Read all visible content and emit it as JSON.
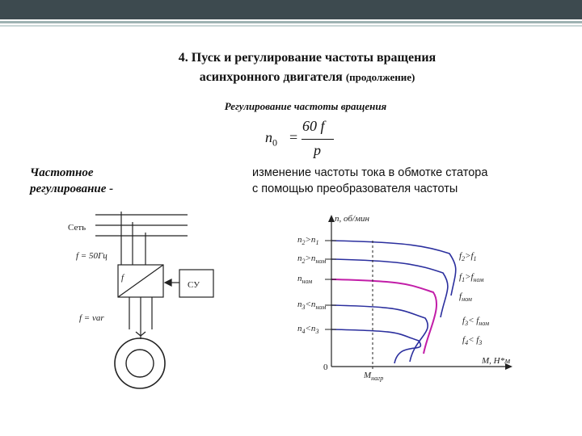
{
  "title": {
    "line1": "4. Пуск и регулирование частоты вращения",
    "line2": "асинхронного двигателя",
    "continuation": "(продолжение)"
  },
  "subtitle": "Регулирование частоты вращения",
  "formula": {
    "lhs": "n",
    "lhs_sub": "0",
    "eq": "=",
    "numerator": "60 f",
    "denominator": "p"
  },
  "left_term": {
    "line1": "Частотное",
    "line2": "регулирование -"
  },
  "right_desc": {
    "line1": "изменение частоты тока в обмотке статора",
    "line2": "с помощью преобразователя частоты"
  },
  "circuit": {
    "grid_label": "Сеть",
    "input_freq": "f = 50Гц",
    "converter_label": "f",
    "control_label": "СУ",
    "output_freq": "f = var"
  },
  "graph": {
    "y_axis_label": "n, об/мин",
    "x_axis_label": "M, Н*м",
    "origin": "0",
    "load_label": "M",
    "load_sub": "нагр",
    "left_labels": [
      {
        "main": "n",
        "sub": "2",
        "rest": ">n",
        "sub2": "1"
      },
      {
        "main": "n",
        "sub": "2",
        "rest": ">n",
        "sub2": "ном"
      },
      {
        "main": "n",
        "sub": "ном",
        "rest": "",
        "sub2": ""
      },
      {
        "main": "n",
        "sub": "3",
        "rest": "<n",
        "sub2": "ном"
      },
      {
        "main": "n",
        "sub": "4",
        "rest": "<n",
        "sub2": "3"
      }
    ],
    "right_labels": [
      {
        "main": "f",
        "sub": "2",
        "rest": ">f",
        "sub2": "1"
      },
      {
        "main": "f",
        "sub": "1",
        "rest": ">f",
        "sub2": "ном"
      },
      {
        "main": "f",
        "sub": "ном",
        "rest": "",
        "sub2": ""
      },
      {
        "main": "f",
        "sub": "3",
        "rest": "< f",
        "sub2": "ном"
      },
      {
        "main": "f",
        "sub": "4",
        "rest": "< f",
        "sub2": "3"
      }
    ],
    "colors": {
      "curve": "#2b2f9e",
      "nominal": "#c21ea8",
      "axis": "#222222"
    }
  }
}
